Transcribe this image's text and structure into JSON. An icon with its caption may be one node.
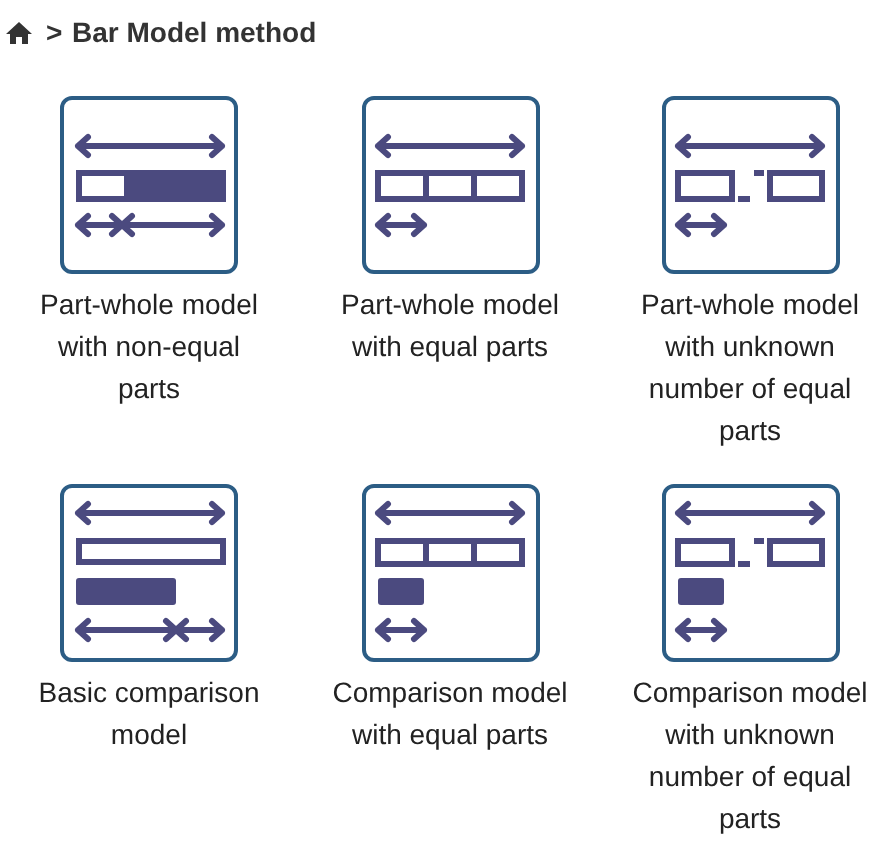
{
  "diagram": {
    "title": "Bar Model method",
    "nodes": [
      {
        "text": [
          "Part-whole model with non-equal parts"
        ]
      },
      {
        "text": [
          "Part-whole model with equal parts"
        ]
      },
      {
        "text": [
          "Part-whole model with unknown number of equal parts"
        ]
      },
      {
        "text": [
          "Basic comparison model"
        ]
      },
      {
        "text": [
          "Comparison model with equal parts"
        ]
      },
      {
        "text": [
          "Comparison model with unknown number of equal parts"
        ]
      }
    ],
    "labels": [
      ">"
    ]
  }
}
